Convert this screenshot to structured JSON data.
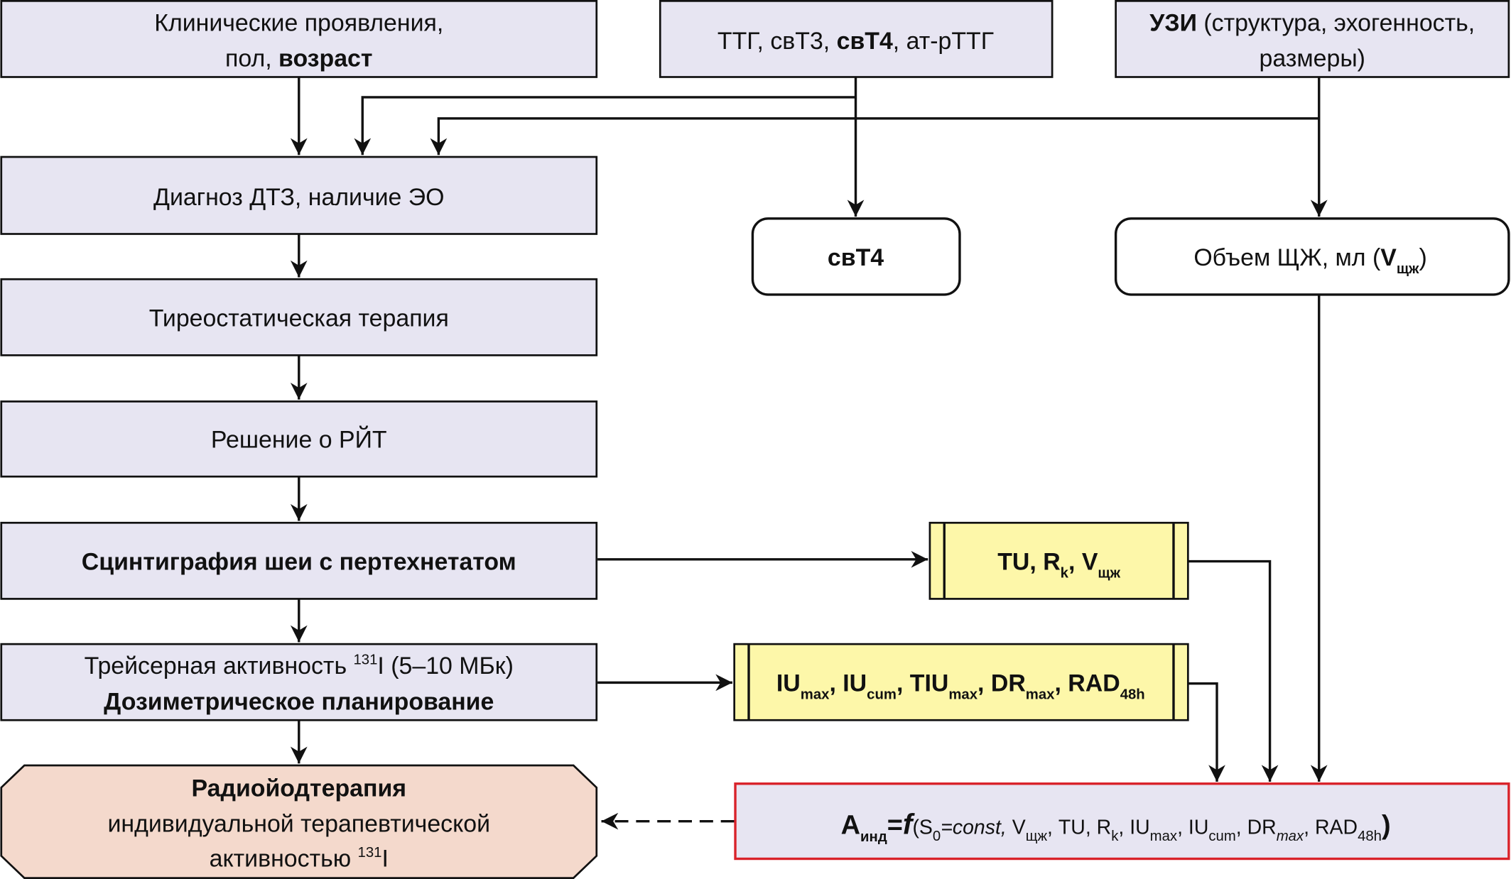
{
  "colors": {
    "process_fill": "#e7e5f2",
    "result_fill": "#fdf7a9",
    "therapy_fill": "#f4d9cc",
    "formula_border": "#d9222a"
  },
  "boxes": {
    "clinical": {
      "line1": "Клинические проявления,",
      "line2_a": "пол, ",
      "line2_b": "возраст"
    },
    "labs": {
      "a": "ТТГ, свТ3, ",
      "b": "свТ4",
      "c": ", ат-рТТГ"
    },
    "ultrasound": {
      "a": "УЗИ",
      "b": " (структура, эхогенность,",
      "line2": "размеры)"
    },
    "diagnosis": "Диагноз ДТЗ, наличие ЭО",
    "thyrostatic": "Тиреостатическая терапия",
    "decision": "Решение о РЙТ",
    "scintigraphy": "Сцинтиграфия шеи с пертехнетатом",
    "tracer": {
      "a": "Трейсерная активность ",
      "sup": "131",
      "b": "I (5–10 МБк)",
      "line2": "Дозиметрическое планирование"
    },
    "therapy": {
      "line1": "Радиойодтерапия",
      "line2": "индивидуальной терапевтической",
      "line3_a": "активностью ",
      "sup": "131",
      "line3_b": "I"
    },
    "ft4": "свТ4",
    "volume": {
      "a": "Объем ЩЖ, мл (",
      "v": "V",
      "sub": "щж",
      "c": ")"
    },
    "scint_result": {
      "a": "TU, R",
      "k": "k",
      "b": ", V",
      "sub": "щж"
    },
    "dosimetry_result": {
      "p1": "IU",
      "s1": "max",
      "p2": ", IU",
      "s2": "cum",
      "p3": ", TIU",
      "s3": "max",
      "p4": ", DR",
      "s4": "max",
      "p5": ", RAD",
      "s5": "48h"
    },
    "formula": {
      "A": "A",
      "ind": "инд",
      "eq": "=",
      "f": "f",
      "open": "(S",
      "s0": "0",
      "const": "=const, ",
      "v": "V",
      "vsub": "щж",
      "tu": ", TU, R",
      "k": "k",
      "iu": ", IU",
      "max1": "max",
      "iu2": ", IU",
      "cum": "cum",
      "dr": ", DR",
      "max2": "max",
      "rad": ", RAD",
      "h48": "48h",
      "close": ")"
    }
  }
}
